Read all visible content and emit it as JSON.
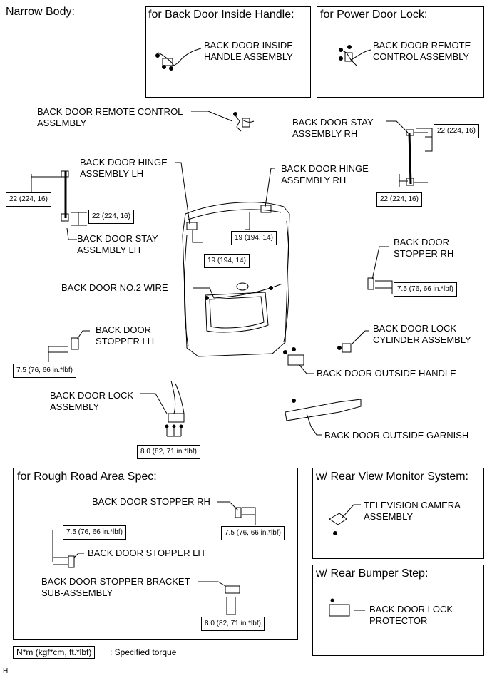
{
  "heading": "Narrow Body:",
  "panels": {
    "inside_handle": {
      "title": "for Back Door Inside Handle:",
      "part": "BACK DOOR INSIDE\nHANDLE ASSEMBLY"
    },
    "power_lock": {
      "title": "for Power Door Lock:",
      "part": "BACK DOOR REMOTE\nCONTROL ASSEMBLY"
    },
    "rough_road": {
      "title": "for Rough Road Area Spec:",
      "stopper_rh": "BACK DOOR STOPPER RH",
      "stopper_lh": "BACK DOOR STOPPER LH",
      "bracket": "BACK DOOR STOPPER BRACKET\nSUB-ASSEMBLY",
      "torque_lh": "7.5 (76, 66 in.*lbf)",
      "torque_rh": "7.5 (76, 66 in.*lbf)",
      "torque_bracket": "8.0 (82, 71 in.*lbf)"
    },
    "rear_view": {
      "title": "w/ Rear View Monitor System:",
      "part": "TELEVISION CAMERA\nASSEMBLY"
    },
    "bumper_step": {
      "title": "w/ Rear Bumper Step:",
      "part": "BACK DOOR LOCK\nPROTECTOR"
    }
  },
  "parts": {
    "remote_control": "BACK DOOR REMOTE CONTROL\nASSEMBLY",
    "stay_rh": "BACK DOOR STAY\nASSEMBLY RH",
    "hinge_lh": "BACK DOOR HINGE\nASSEMBLY LH",
    "hinge_rh": "BACK DOOR HINGE\nASSEMBLY RH",
    "stay_lh": "BACK DOOR STAY\nASSEMBLY LH",
    "stopper_rh": "BACK DOOR\nSTOPPER RH",
    "no2_wire": "BACK DOOR NO.2 WIRE",
    "stopper_lh": "BACK DOOR\nSTOPPER LH",
    "lock_cylinder": "BACK DOOR LOCK\nCYLINDER ASSEMBLY",
    "outside_handle": "BACK DOOR OUTSIDE HANDLE",
    "lock_assembly": "BACK DOOR LOCK\nASSEMBLY",
    "outside_garnish": "BACK DOOR OUTSIDE GARNISH"
  },
  "torques": {
    "stay_rh_top": "22 (224, 16)",
    "stay_rh_bottom": "22 (224, 16)",
    "stay_lh_top": "22 (224, 16)",
    "stay_lh_bottom": "22 (224, 16)",
    "hinge_rh": "19 (194, 14)",
    "hinge_lh": "19 (194, 14)",
    "stopper_rh": "7.5 (76, 66 in.*lbf)",
    "stopper_lh": "7.5 (76, 66 in.*lbf)",
    "lock_assembly": "8.0 (82, 71 in.*lbf)"
  },
  "legend": {
    "symbol": "N*m (kgf*cm, ft.*lbf)",
    "text": ": Specified torque"
  },
  "corner_code": "H"
}
